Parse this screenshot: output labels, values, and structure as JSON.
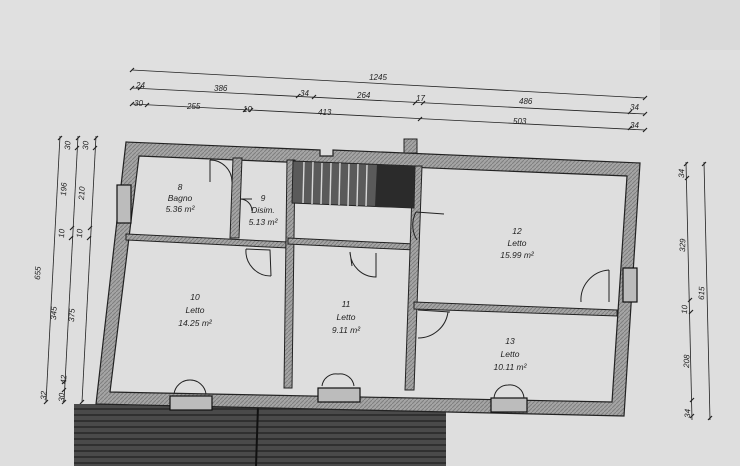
{
  "dimensions": {
    "top": [
      "1245",
      "24",
      "386",
      "34",
      "264",
      "17",
      "486",
      "34",
      "30",
      "255",
      "10",
      "413",
      "503",
      "34"
    ],
    "left": [
      "30",
      "30",
      "196",
      "210",
      "10",
      "10",
      "655",
      "345",
      "375",
      "42",
      "32",
      "30"
    ],
    "right": [
      "34",
      "329",
      "615",
      "10",
      "208",
      "34"
    ]
  },
  "rooms": [
    {
      "number": "8",
      "name": "Bagno",
      "area": "5.36 m²"
    },
    {
      "number": "9",
      "name": "Disim.",
      "area": "5.13 m²"
    },
    {
      "number": "10",
      "name": "Letto",
      "area": "14.25 m²"
    },
    {
      "number": "11",
      "name": "Letto",
      "area": "9.11 m²"
    },
    {
      "number": "12",
      "name": "Letto",
      "area": "15.99 m²"
    },
    {
      "number": "13",
      "name": "Letto",
      "area": "10.11 m²"
    }
  ],
  "colors": {
    "paper": "#dedede",
    "wall": "#9a9a9a",
    "ink": "#222222",
    "stairs": "#555555"
  }
}
